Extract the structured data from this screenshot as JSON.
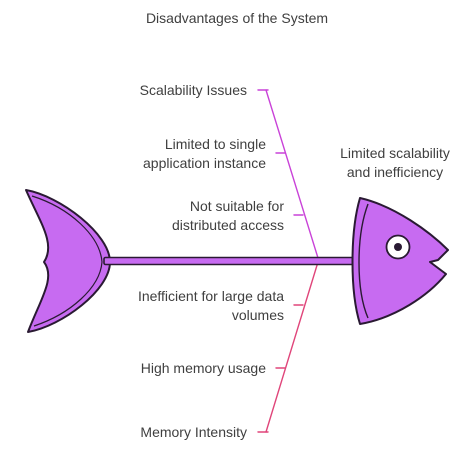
{
  "title": "Disadvantages of the System",
  "head_label": [
    "Limited scalability",
    "and inefficiency"
  ],
  "top_labels": [
    [
      "Scalability Issues"
    ],
    [
      "Limited to single",
      "application instance"
    ],
    [
      "Not suitable for",
      "distributed access"
    ]
  ],
  "bottom_labels": [
    [
      "Inefficient for large data",
      "volumes"
    ],
    [
      "High memory usage"
    ],
    [
      "Memory Intensity"
    ]
  ],
  "colors": {
    "fish_fill": "#c76bf1",
    "outline": "#2a1a33",
    "top_bones": "#c942d8",
    "bottom_bones": "#e0457a",
    "text": "#3f3f3f"
  }
}
